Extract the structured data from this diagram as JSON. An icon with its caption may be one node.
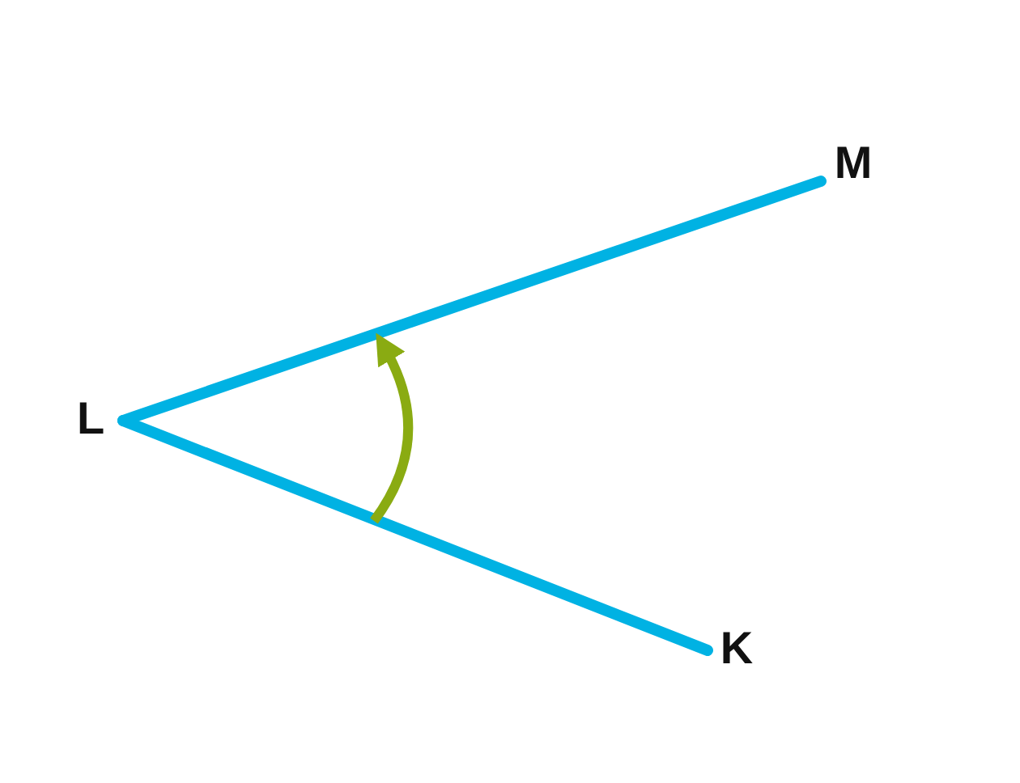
{
  "diagram": {
    "nodes": [
      {
        "text": [
          "M"
        ]
      },
      {
        "text": [
          "L"
        ]
      },
      {
        "text": [
          "K"
        ]
      }
    ],
    "edges": [
      {
        "from": 1,
        "to": 0,
        "arrow": "none"
      },
      {
        "from": 1,
        "to": 2,
        "arrow": "none"
      }
    ]
  }
}
